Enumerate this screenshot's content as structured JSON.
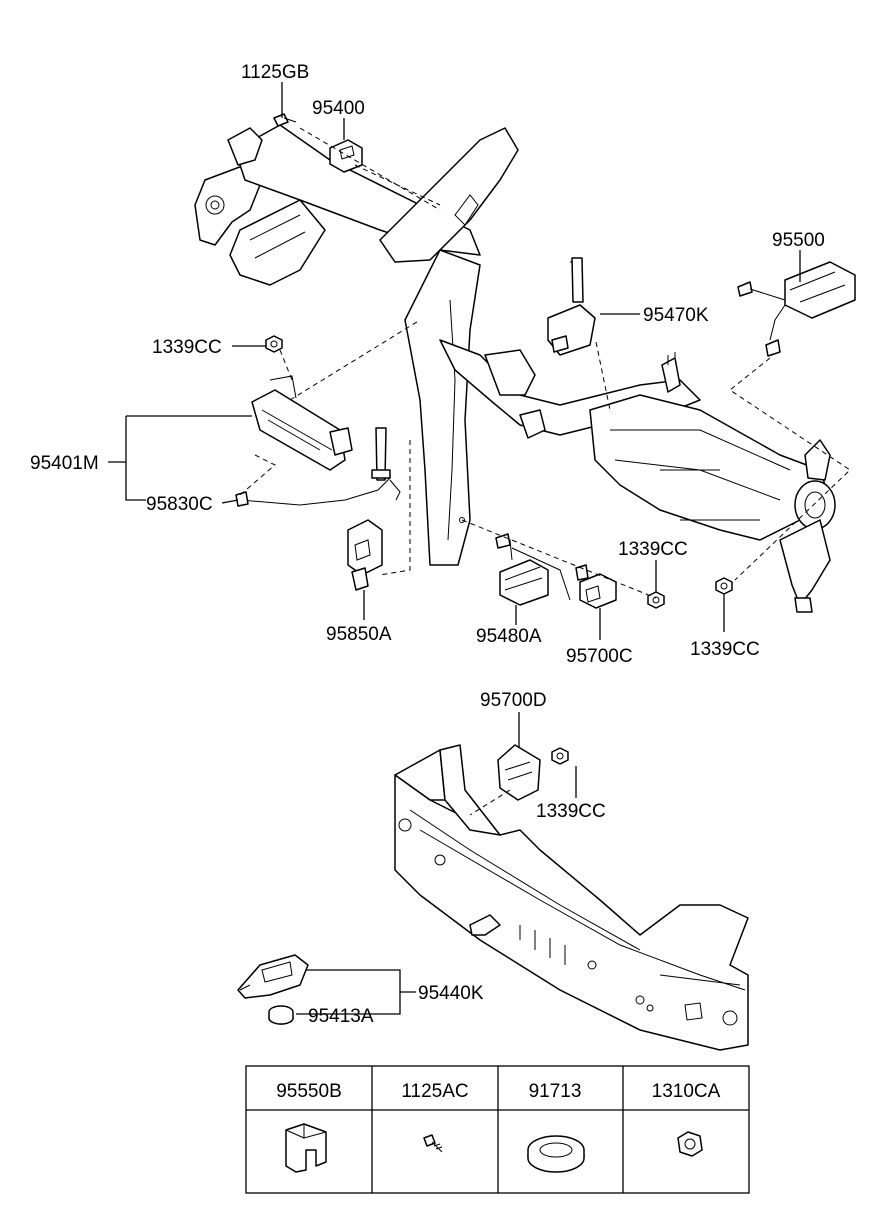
{
  "labels": {
    "l1125GB": "1125GB",
    "l95400": "95400",
    "l95500": "95500",
    "l1339CC_a": "1339CC",
    "l95470K": "95470K",
    "l95401M": "95401M",
    "l95830C": "95830C",
    "l1339CC_b": "1339CC",
    "l95850A": "95850A",
    "l95480A": "95480A",
    "l95700C": "95700C",
    "l1339CC_c": "1339CC",
    "l95700D": "95700D",
    "l1339CC_d": "1339CC",
    "l95440K": "95440K",
    "l95413A": "95413A"
  },
  "legend_table": {
    "columns": [
      "95550B",
      "1125AC",
      "91713",
      "1310CA"
    ]
  }
}
